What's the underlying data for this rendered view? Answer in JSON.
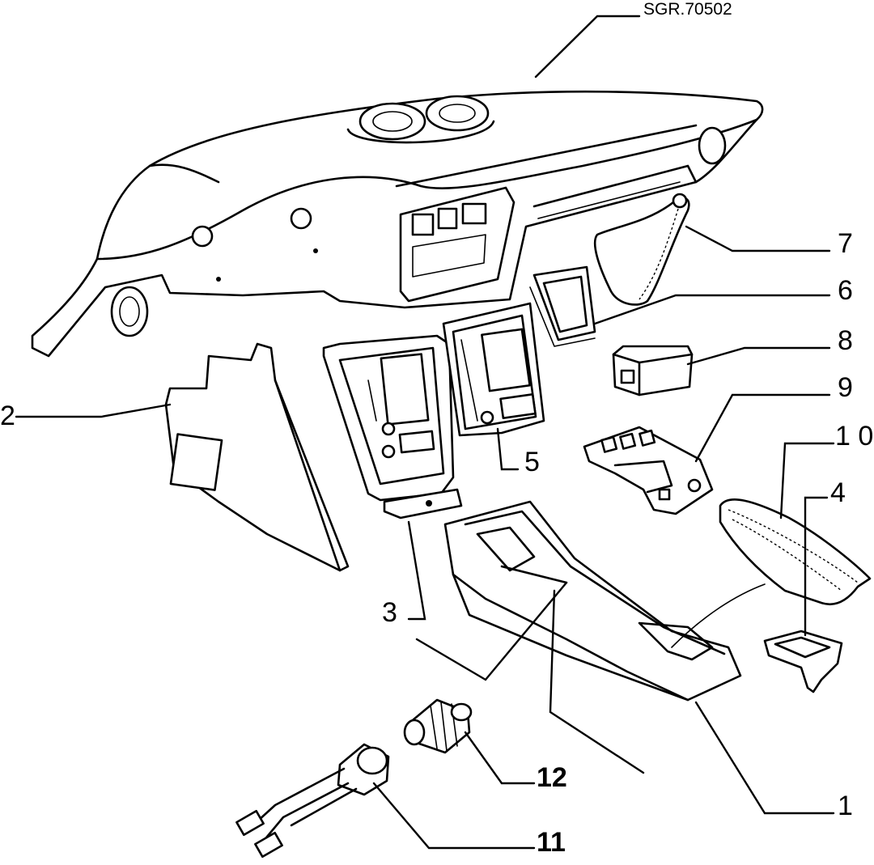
{
  "reference_code": "SGR.70502",
  "callouts": {
    "c1": "1",
    "c2": "2",
    "c3": "3",
    "c4": "4",
    "c5": "5",
    "c6": "6",
    "c7": "7",
    "c8": "8",
    "c9": "9",
    "c10": "1 0",
    "c11": "11",
    "c12": "12"
  }
}
